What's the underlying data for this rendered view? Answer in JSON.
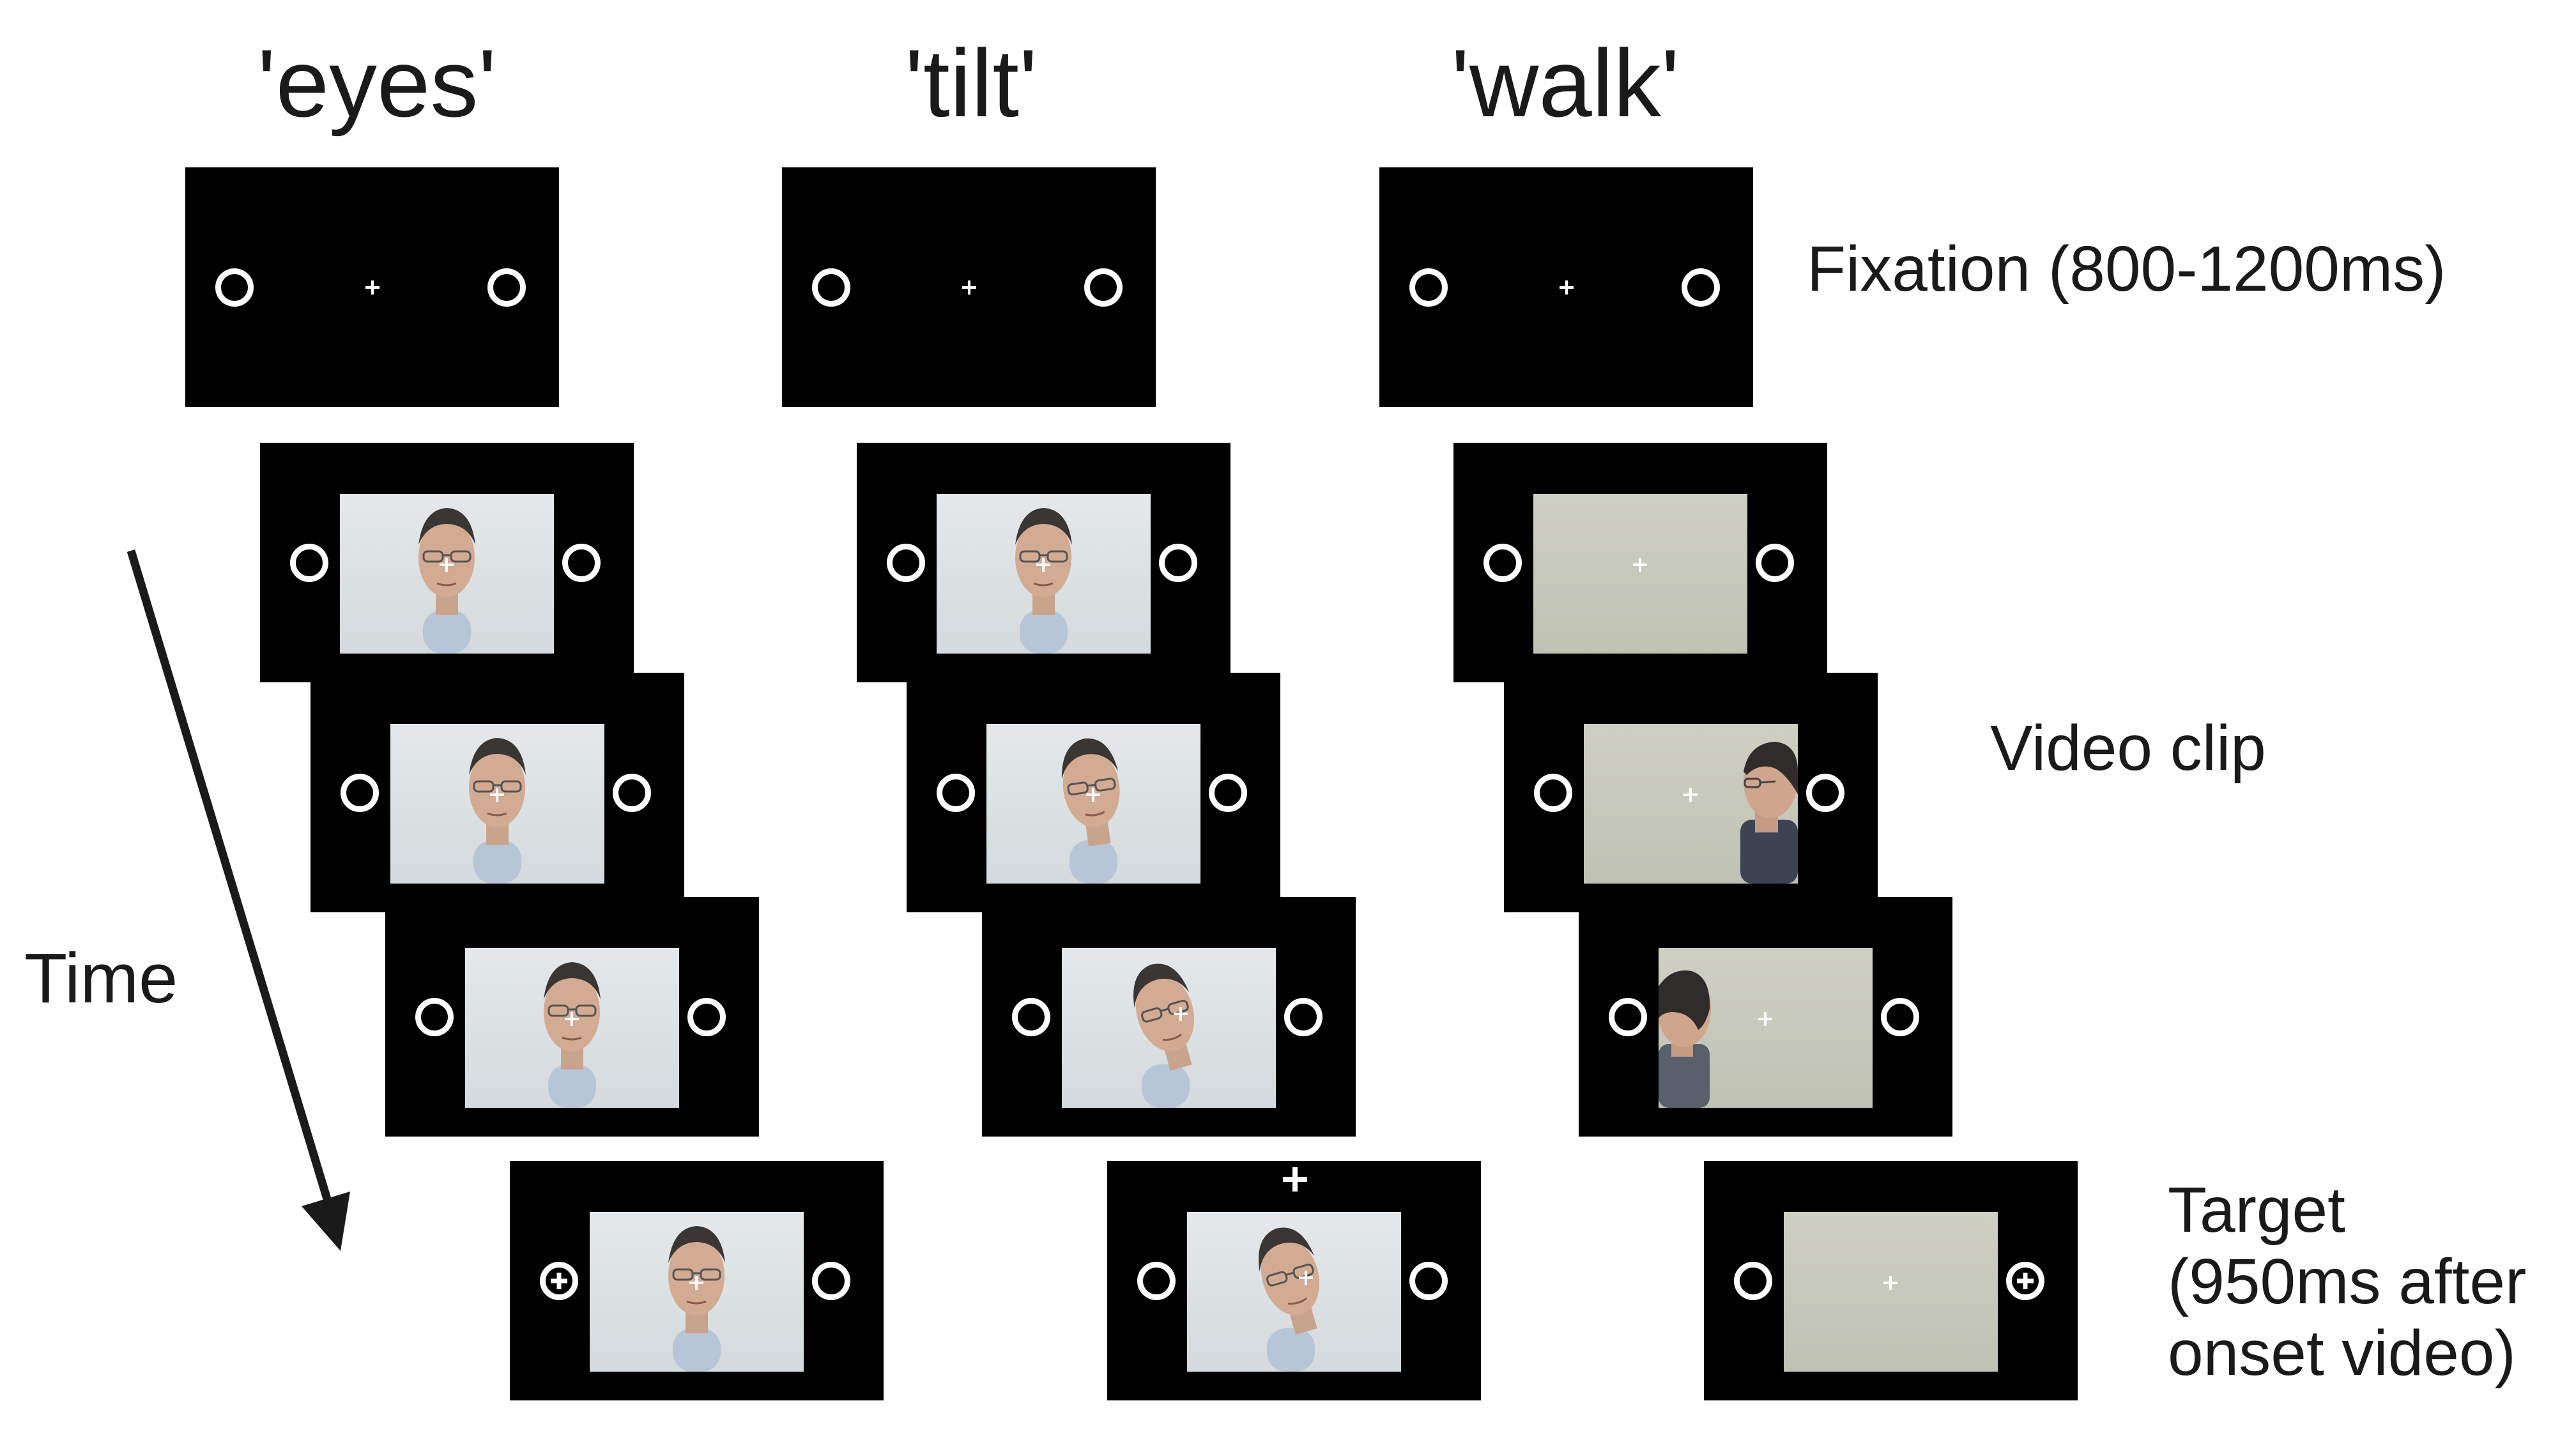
{
  "columns": [
    {
      "id": "eyes",
      "title": "'eyes'"
    },
    {
      "id": "tilt",
      "title": "'tilt'"
    },
    {
      "id": "walk",
      "title": "'walk'"
    }
  ],
  "labels": {
    "fixation": "Fixation (800-1200ms)",
    "video_clip": "Video clip",
    "target_line1": "Target",
    "target_line2": "(950ms after",
    "target_line3": "onset video)",
    "time": "Time"
  },
  "colors": {
    "screen": "#000000",
    "ring": "#ffffff",
    "face_background": "#dde2e5",
    "wall_background": "#c8c9bc",
    "text": "#1a1a1a"
  },
  "icons": {
    "placeholder_ring": "ring-icon",
    "target_ring": "ring-plus-icon",
    "fixation": "fixation-cross-icon",
    "time_arrow": "arrow-down-icon"
  }
}
